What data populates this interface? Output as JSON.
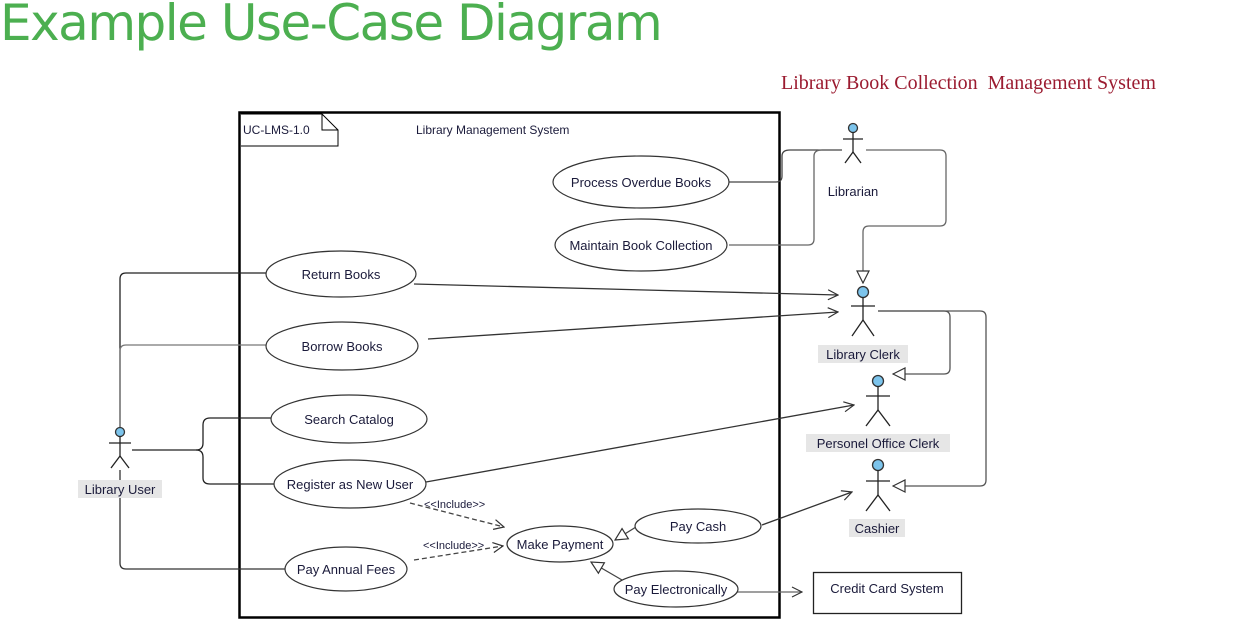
{
  "header": {
    "title": "Example Use-Case Diagram",
    "subtitle": "Library Book Collection  Management System"
  },
  "colors": {
    "title": "#4caf50",
    "subtitle": "#9b1b30",
    "actor_head": "#7cc4ec",
    "actor_label_bg": "#e6e6e6"
  },
  "system": {
    "id_tag": "UC-LMS-1.0",
    "name": "Library Management System"
  },
  "use_cases": {
    "process_overdue": "Process Overdue Books",
    "maintain_collection": "Maintain Book Collection",
    "return_books": "Return Books",
    "borrow_books": "Borrow Books",
    "search_catalog": "Search Catalog",
    "register_user": "Register as New User",
    "pay_annual_fees": "Pay Annual Fees",
    "make_payment": "Make Payment",
    "pay_cash": "Pay Cash",
    "pay_electronically": "Pay Electronically"
  },
  "actors": {
    "librarian": "Librarian",
    "library_clerk": "Library Clerk",
    "personel_office_clerk": "Personel Office Clerk",
    "cashier": "Cashier",
    "library_user": "Library User"
  },
  "external_systems": {
    "credit_card": "Credit Card System"
  },
  "stereotypes": {
    "include_1": "<<Include>>",
    "include_2": "<<Include>>"
  }
}
